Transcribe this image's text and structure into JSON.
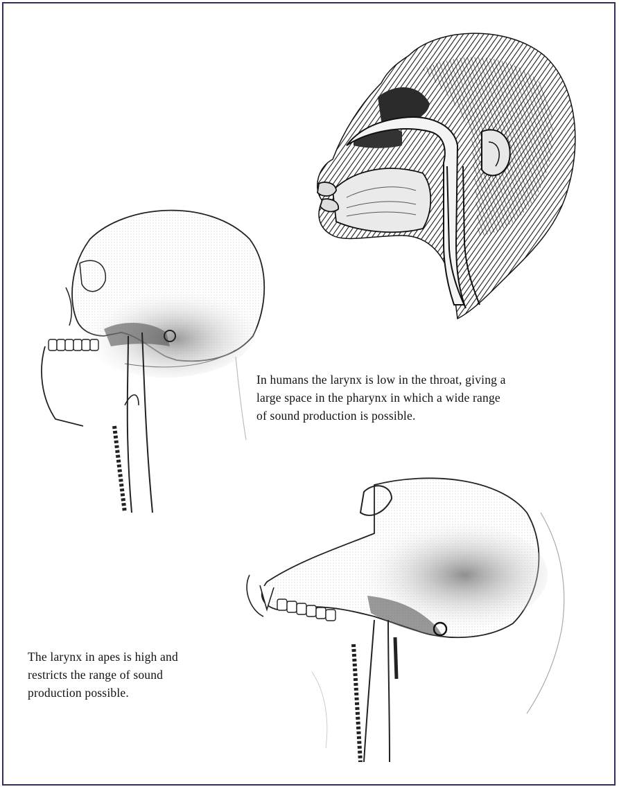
{
  "captions": {
    "human": "In humans the larynx is low in the throat, giving a large space in the pharynx in which a wide range of sound production is possible.",
    "ape": "The larynx in apes is high and restricts the range of sound production possible."
  },
  "colors": {
    "border": "#3a2a5e",
    "ink": "#111111",
    "stipple": "#6b6b6b"
  },
  "illustrations": [
    "chimpanzee-head-cutaway",
    "human-skull-cross-section",
    "ape-skull-cross-section"
  ]
}
